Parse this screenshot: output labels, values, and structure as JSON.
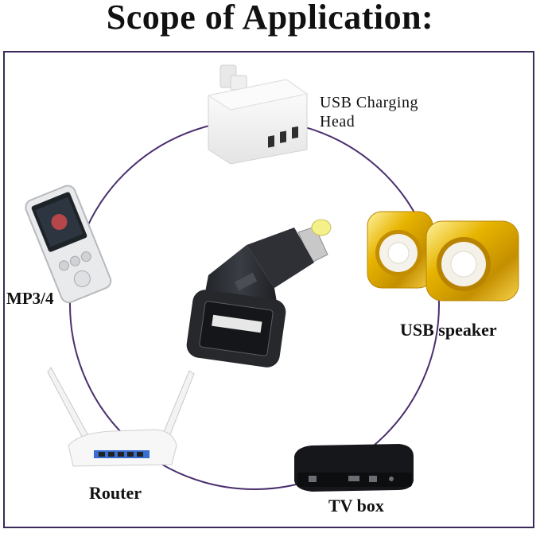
{
  "title": "Scope of Application:",
  "labels": {
    "charger_line1": "USB Charging",
    "charger_line2": "Head",
    "mp3": "MP3/4",
    "speaker": "USB speaker",
    "router": "Router",
    "tv": "TV box"
  },
  "colors": {
    "frame": "#3a2a5a",
    "circle": "#4a2f6e",
    "adapter_body": "#2a2c31",
    "adapter_tip": "#f4f08a",
    "speaker_gold": "#e2b100",
    "charger_white": "#f5f5f5"
  },
  "icons": [
    "charger-icon",
    "mp3-player-icon",
    "speaker-icon",
    "router-icon",
    "tv-box-icon",
    "usb-adapter-icon"
  ]
}
